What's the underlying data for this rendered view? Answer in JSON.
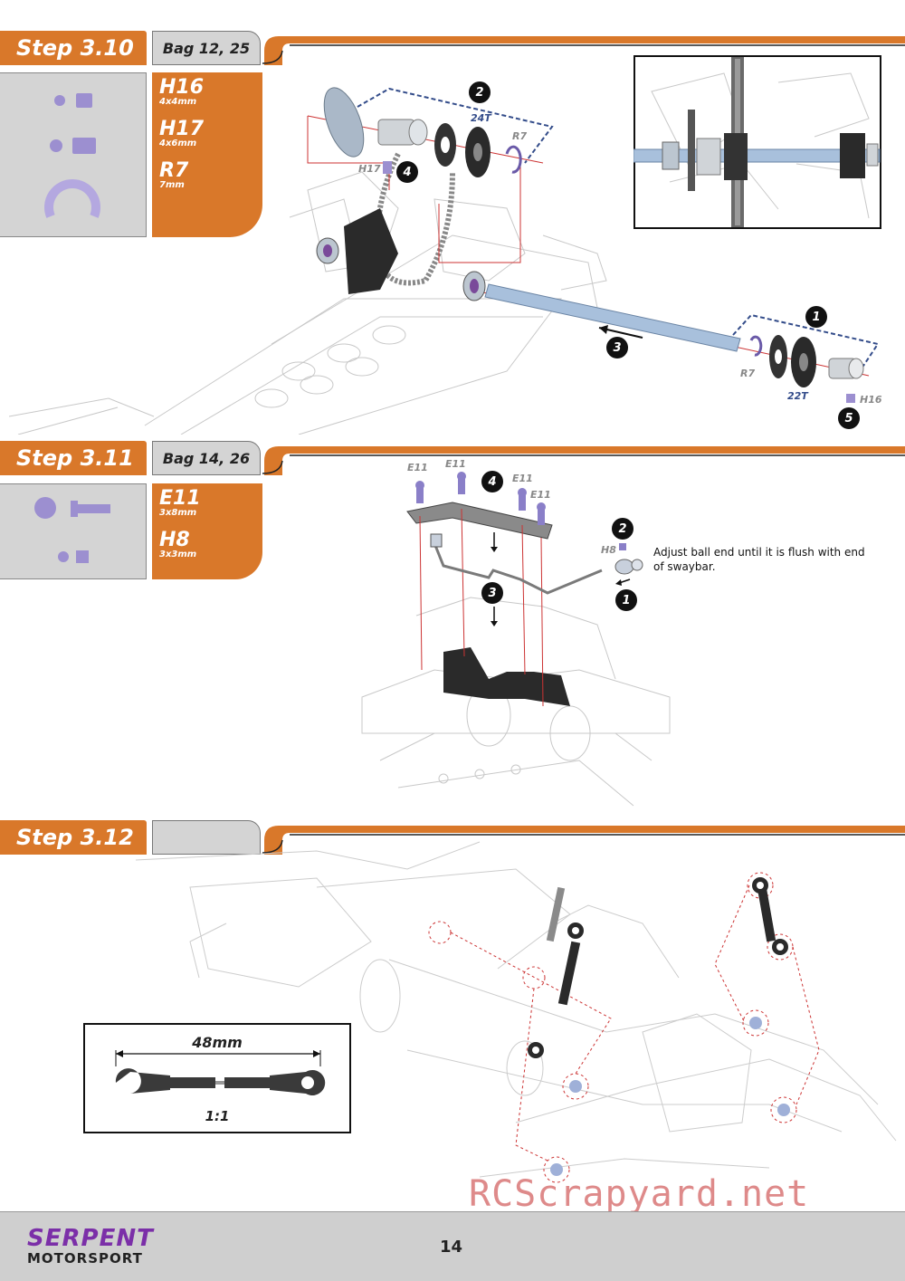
{
  "step310": {
    "title": "Step 3.10",
    "bag": "Bag 12, 25",
    "parts": [
      {
        "code": "H16",
        "size": "4x4mm"
      },
      {
        "code": "H17",
        "size": "4x6mm"
      },
      {
        "code": "R7",
        "size": "7mm"
      }
    ],
    "labels": {
      "gear_top": "24T",
      "r7_top": "R7",
      "h17": "H17",
      "r7_bottom": "R7",
      "gear_bottom": "22T",
      "h16": "H16"
    },
    "badges": [
      "1",
      "2",
      "3",
      "4",
      "5"
    ]
  },
  "step311": {
    "title": "Step 3.11",
    "bag": "Bag 14, 26",
    "parts": [
      {
        "code": "E11",
        "size": "3x8mm"
      },
      {
        "code": "H8",
        "size": "3x3mm"
      }
    ],
    "labels": {
      "e11": "E11",
      "h8": "H8"
    },
    "note": "Adjust ball end until it is flush with end of swaybar.",
    "badges": [
      "1",
      "2",
      "3",
      "4"
    ]
  },
  "step312": {
    "title": "Step 3.12",
    "bag": "",
    "length": "48mm",
    "scale": "1:1"
  },
  "footer": {
    "brand_top": "SERPENT",
    "brand_bottom": "MOTORSPORT",
    "page_number": "14"
  },
  "watermark": "RCScrapyard.net",
  "colors": {
    "accent": "#d9782a",
    "grey": "#d4d4d4",
    "part_purple": "#9c8fd0",
    "link_red": "#cc3333"
  }
}
